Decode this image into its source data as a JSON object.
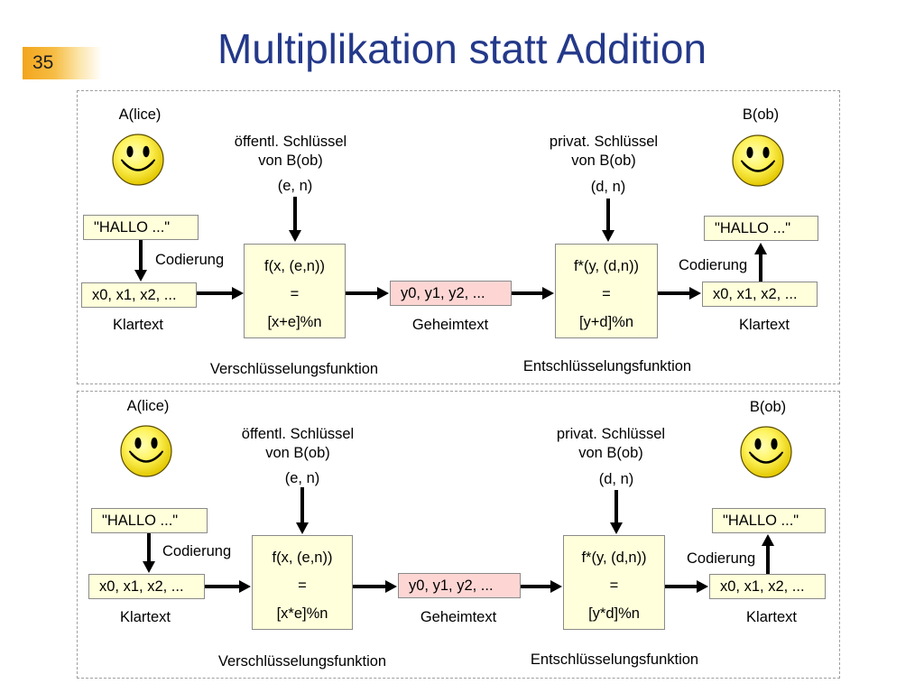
{
  "slide": {
    "number": "35",
    "title": "Multiplikation statt Addition"
  },
  "theme": {
    "title_color": "#24398a",
    "box_fill": "#ffffdb",
    "cipher_fill": "#fdd6d4",
    "badge_color": "#f3a51c"
  },
  "panels": [
    {
      "sender": "A(lice)",
      "sender_icon": "smiley-face-icon",
      "receiver": "B(ob)",
      "receiver_icon": "smiley-face-icon",
      "public_key": {
        "label_line1": "öffentl. Schlüssel",
        "label_line2": "von B(ob)",
        "value": "(e, n)"
      },
      "private_key": {
        "label_line1": "privat. Schlüssel",
        "label_line2": "von B(ob)",
        "value": "(d, n)"
      },
      "sender_message": "\"HALLO ...\"",
      "sender_encoding_label": "Codierung",
      "sender_plaintext": "x0, x1, x2, ...",
      "sender_plaintext_label": "Klartext",
      "encryption": {
        "line1": "f(x, (e,n))",
        "line2": "=",
        "line3": "[x+e]%n",
        "label": "Verschlüsselungsfunktion"
      },
      "ciphertext": "y0, y1, y2, ...",
      "ciphertext_label": "Geheimtext",
      "decryption": {
        "line1": "f*(y, (d,n))",
        "line2": "=",
        "line3": "[y+d]%n",
        "label": "Entschlüsselungsfunktion"
      },
      "receiver_plaintext": "x0, x1, x2, ...",
      "receiver_plaintext_label": "Klartext",
      "receiver_encoding_label": "Codierung",
      "receiver_message": "\"HALLO ...\""
    },
    {
      "sender": "A(lice)",
      "sender_icon": "smiley-face-icon",
      "receiver": "B(ob)",
      "receiver_icon": "smiley-face-icon",
      "public_key": {
        "label_line1": "öffentl. Schlüssel",
        "label_line2": "von B(ob)",
        "value": "(e, n)"
      },
      "private_key": {
        "label_line1": "privat. Schlüssel",
        "label_line2": "von B(ob)",
        "value": "(d, n)"
      },
      "sender_message": "\"HALLO ...\"",
      "sender_encoding_label": "Codierung",
      "sender_plaintext": "x0, x1, x2, ...",
      "sender_plaintext_label": "Klartext",
      "encryption": {
        "line1": "f(x, (e,n))",
        "line2": "=",
        "line3": "[x*e]%n",
        "label": "Verschlüsselungsfunktion"
      },
      "ciphertext": "y0, y1, y2, ...",
      "ciphertext_label": "Geheimtext",
      "decryption": {
        "line1": "f*(y, (d,n))",
        "line2": "=",
        "line3": "[y*d]%n",
        "label": "Entschlüsselungsfunktion"
      },
      "receiver_plaintext": "x0, x1, x2, ...",
      "receiver_plaintext_label": "Klartext",
      "receiver_encoding_label": "Codierung",
      "receiver_message": "\"HALLO ...\""
    }
  ]
}
